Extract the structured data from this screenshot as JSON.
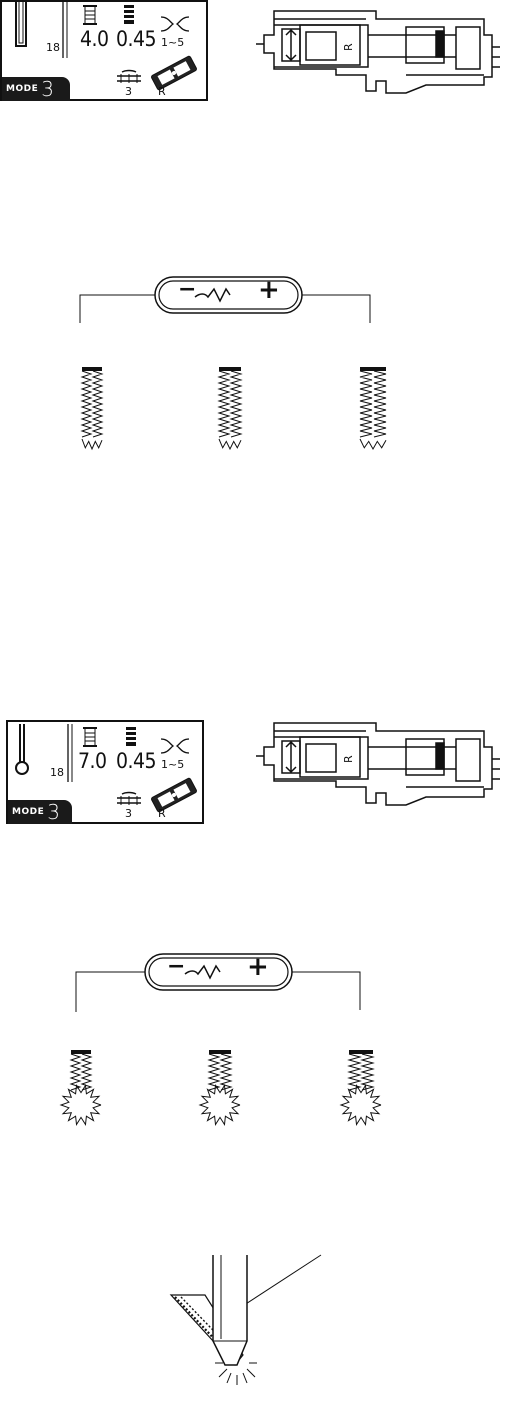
{
  "panel_a": {
    "screen": {
      "width_value": "4.0",
      "length_value": "0.45",
      "tension_value": "1~5",
      "pattern_number": "18",
      "mode_label": "MODE",
      "mode_number": "3",
      "feed_number": "3",
      "foot_label": "R"
    },
    "foot_label": "R"
  },
  "panel_b": {
    "screen": {
      "width_value": "7.0",
      "length_value": "0.45",
      "tension_value": "1~5",
      "pattern_number": "18",
      "mode_label": "MODE",
      "mode_number": "3",
      "feed_number": "3",
      "foot_label": "R"
    },
    "foot_label": "R"
  },
  "dial": {
    "minus": "−",
    "plus": "+"
  }
}
